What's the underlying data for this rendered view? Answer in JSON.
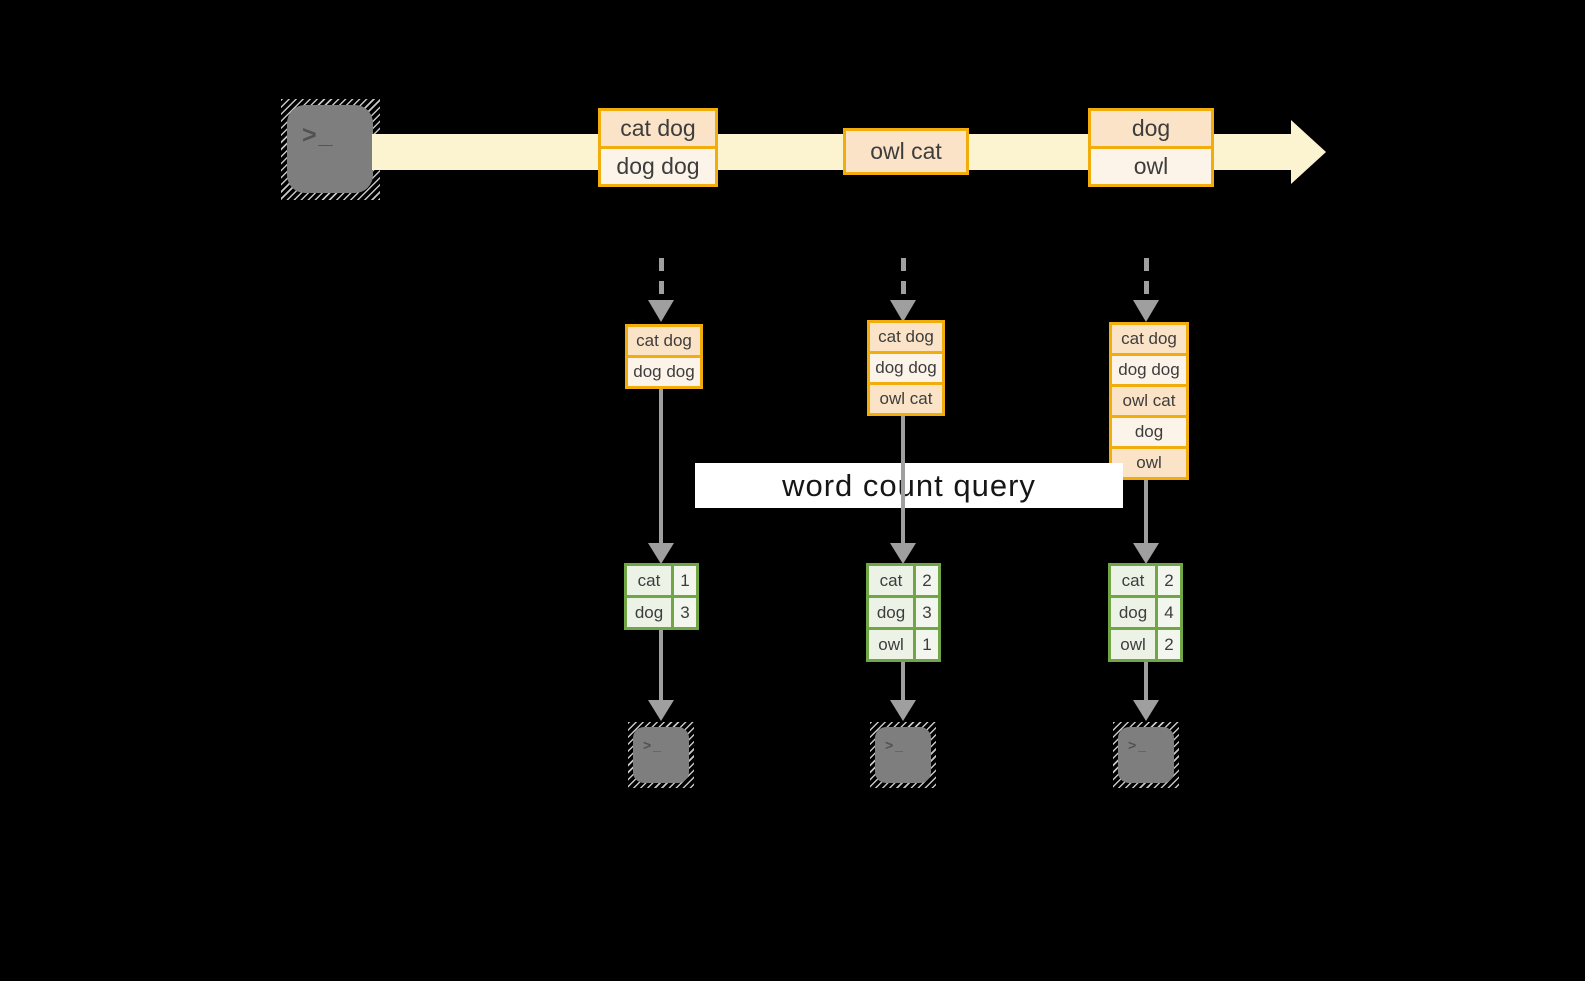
{
  "colors": {
    "background": "#000000",
    "stream_band": "#fcf3d0",
    "box_border": "#f0ad0c",
    "cell_peach": "#fbe3c8",
    "cell_cream": "#fdf4e9",
    "table_border": "#71a646",
    "table_cell": "#edf2e7",
    "table_cell_value": "#f3f6ee",
    "arrow_gray": "#9f9f9f",
    "terminal_gray": "#7e7e7e",
    "label_bg": "#ffffff",
    "text_dark": "#3d3d3d",
    "label_text": "#161616"
  },
  "icons": {
    "terminal": ">_"
  },
  "query_label": "word count query",
  "stream": {
    "events": [
      {
        "lines": [
          "cat dog",
          "dog dog"
        ]
      },
      {
        "lines": [
          "owl cat"
        ]
      },
      {
        "lines": [
          "dog",
          "owl"
        ]
      }
    ]
  },
  "batches": [
    {
      "records": [
        "cat dog",
        "dog dog"
      ]
    },
    {
      "records": [
        "cat dog",
        "dog dog",
        "owl cat"
      ]
    },
    {
      "records": [
        "cat dog",
        "dog dog",
        "owl cat",
        "dog",
        "owl"
      ]
    }
  ],
  "tables": [
    {
      "rows": [
        {
          "word": "cat",
          "count": "1"
        },
        {
          "word": "dog",
          "count": "3"
        }
      ]
    },
    {
      "rows": [
        {
          "word": "cat",
          "count": "2"
        },
        {
          "word": "dog",
          "count": "3"
        },
        {
          "word": "owl",
          "count": "1"
        }
      ]
    },
    {
      "rows": [
        {
          "word": "cat",
          "count": "2"
        },
        {
          "word": "dog",
          "count": "4"
        },
        {
          "word": "owl",
          "count": "2"
        }
      ]
    }
  ]
}
